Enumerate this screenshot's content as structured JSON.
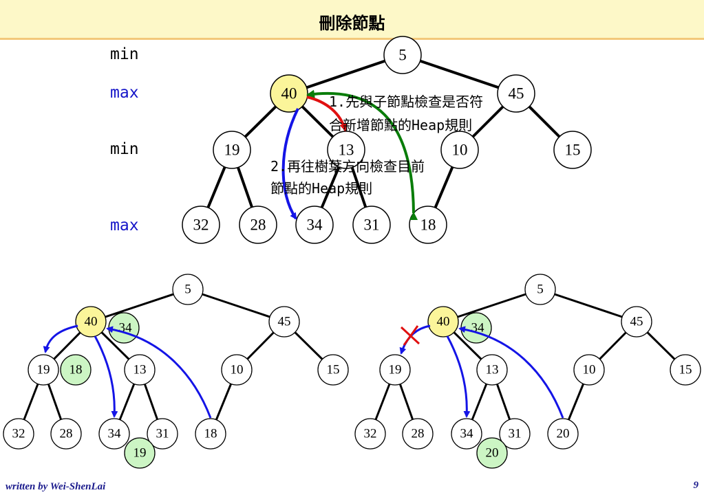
{
  "title": "刪除節點",
  "levels": [
    "min",
    "max",
    "min",
    "max"
  ],
  "notes": {
    "line1a": "1.先與子節點檢查是否符",
    "line1b": "合新增節點的Heap規則",
    "line2a": "2.再往樹葉方向檢查目前",
    "line2b": "節點的Heap規則"
  },
  "top_tree": {
    "root": "5",
    "level1": [
      "40",
      "45"
    ],
    "level2": [
      "19",
      "13",
      "10",
      "15"
    ],
    "level3": [
      "32",
      "28",
      "34",
      "31",
      "18"
    ]
  },
  "left_tree": {
    "root": "5",
    "level1": [
      "40",
      "45"
    ],
    "level1_marker": "34",
    "level2": [
      "19",
      "13",
      "10",
      "15"
    ],
    "level2_marker": "18",
    "level3": [
      "32",
      "28",
      "34",
      "31",
      "18"
    ],
    "level4_marker": "19"
  },
  "right_tree": {
    "root": "5",
    "level1": [
      "40",
      "45"
    ],
    "level1_marker": "34",
    "level2": [
      "19",
      "13",
      "10",
      "15"
    ],
    "level3": [
      "32",
      "28",
      "34",
      "31",
      "20"
    ],
    "level4_marker": "20"
  },
  "footer": {
    "author": "written by Wei-ShenLai",
    "page": "9"
  },
  "colors": {
    "highlight": "#fbf59a",
    "marker": "#ccf5c4",
    "blue": "#1414e6",
    "green": "#0a7d0a",
    "red": "#e01010",
    "level_max": "#1414c8"
  }
}
